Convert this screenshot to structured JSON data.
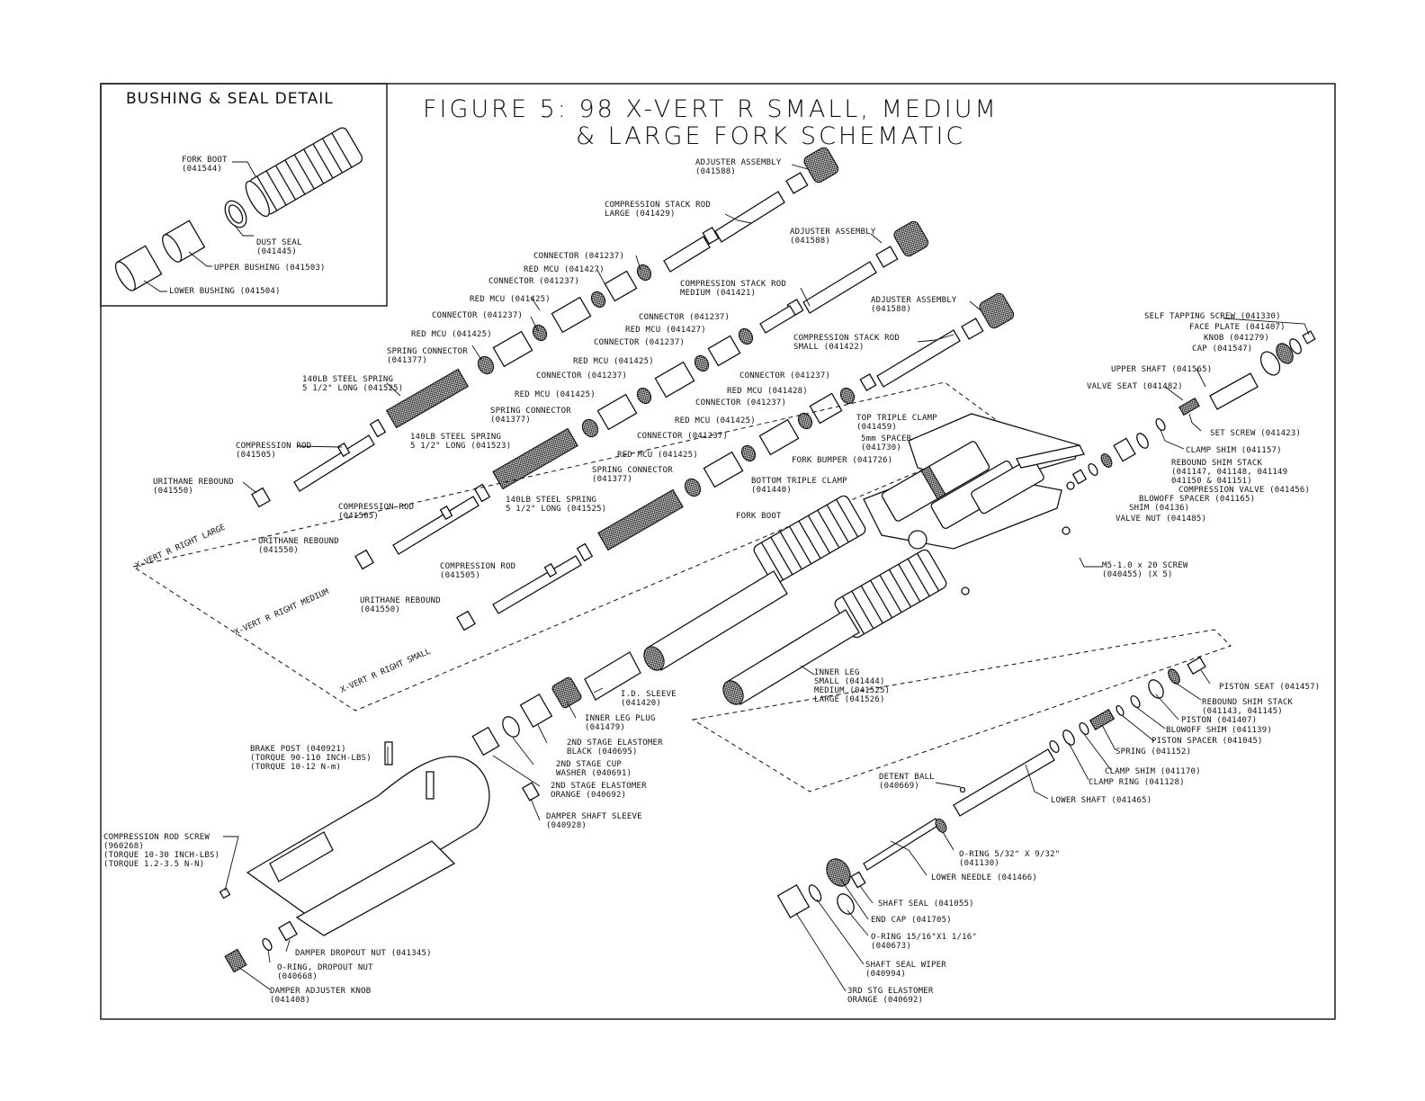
{
  "title": {
    "line1": "FIGURE 5:  98 X-VERT R SMALL, MEDIUM",
    "line2": "& LARGE FORK SCHEMATIC"
  },
  "inset": {
    "title": "BUSHING & SEAL DETAIL",
    "labels": {
      "fork_boot": [
        "FORK BOOT",
        "(041544)"
      ],
      "dust_seal": [
        "DUST SEAL",
        "(041445)"
      ],
      "upper_bushing": [
        "UPPER BUSHING (041503)"
      ],
      "lower_bushing": [
        "LOWER BUSHING (041504)"
      ]
    }
  },
  "groups": {
    "large": "X-VERT R RIGHT LARGE",
    "medium": "X-VERT R RIGHT MEDIUM",
    "small": "X-VERT R RIGHT SMALL"
  },
  "labels": {
    "adj_large": [
      "ADJUSTER ASSEMBLY",
      "(041588)"
    ],
    "csr_large": [
      "COMPRESSION STACK ROD",
      "LARGE (041429)"
    ],
    "conn_1": [
      "CONNECTOR (041237)"
    ],
    "redmcu_1": [
      "RED MCU (041427)"
    ],
    "conn_2": [
      "CONNECTOR (041237)"
    ],
    "redmcu_2": [
      "RED MCU (041425)"
    ],
    "conn_3": [
      "CONNECTOR (041237)"
    ],
    "redmcu_3": [
      "RED MCU (041425)"
    ],
    "spring_conn_l": [
      "SPRING CONNECTOR",
      "(041377)"
    ],
    "spring_l": [
      "140LB STEEL SPRING",
      "5 1/2\" LONG (041525)"
    ],
    "comp_rod_l": [
      "COMPRESSION ROD",
      "(041505)"
    ],
    "urethane_l": [
      "URITHANE REBOUND",
      "(041550)"
    ],
    "adj_medium": [
      "ADJUSTER ASSEMBLY",
      "(041588)"
    ],
    "csr_medium": [
      "COMPRESSION STACK ROD",
      "MEDIUM (041421)"
    ],
    "conn_m1": [
      "CONNECTOR (041237)"
    ],
    "redmcu_m1": [
      "RED MCU (041427)"
    ],
    "conn_m2": [
      "CONNECTOR (041237)"
    ],
    "redmcu_m2": [
      "RED MCU (041425)"
    ],
    "conn_m3": [
      "CONNECTOR (041237)"
    ],
    "redmcu_m3": [
      "RED MCU (041425)"
    ],
    "spring_conn_m": [
      "SPRING CONNECTOR",
      "(041377)"
    ],
    "spring_m": [
      "140LB STEEL SPRING",
      "5 1/2\" LONG (041523)"
    ],
    "comp_rod_m": [
      "COMPRESSION ROD",
      "(041505)"
    ],
    "urethane_m": [
      "URITHANE REBOUND",
      "(041550)"
    ],
    "adj_small": [
      "ADJUSTER ASSEMBLY",
      "(041588)"
    ],
    "csr_small": [
      "COMPRESSION STACK ROD",
      "SMALL (041422)"
    ],
    "conn_s1": [
      "CONNECTOR (041237)"
    ],
    "redmcu_s1": [
      "RED MCU (041428)"
    ],
    "conn_s2": [
      "CONNECTOR (041237)"
    ],
    "redmcu_s2": [
      "RED MCU (041425)"
    ],
    "conn_s3": [
      "CONNECTOR (041237)"
    ],
    "redmcu_s3": [
      "RED MCU (041425)"
    ],
    "spring_conn_s": [
      "SPRING CONNECTOR",
      "(041377)"
    ],
    "spring_s": [
      "140LB STEEL SPRING",
      "5 1/2\" LONG (041525)"
    ],
    "comp_rod_s": [
      "COMPRESSION ROD",
      "(041505)"
    ],
    "urethane_s": [
      "URITHANE REBOUND",
      "(041550)"
    ],
    "top_clamp": [
      "TOP TRIPLE CLAMP",
      "(041459)"
    ],
    "spacer_5mm": [
      "5mm SPACER",
      "(041730)"
    ],
    "fork_bumper": [
      "FORK BUMPER (041726)"
    ],
    "bottom_clamp": [
      "BOTTOM TRIPLE CLAMP",
      "(041440)"
    ],
    "fork_boot": [
      "FORK BOOT"
    ],
    "m5_screw": [
      "M5-1.0 x 20 SCREW",
      "(040455) (X 5)"
    ],
    "inner_leg": [
      "INNER LEG",
      "SMALL (041444)",
      "MEDIUM (041525)",
      "LARGE (041526)"
    ],
    "id_sleeve": [
      "I.D. SLEEVE",
      "(041420)"
    ],
    "inner_leg_plug": [
      "INNER LEG PLUG",
      "(041479)"
    ],
    "elast_black": [
      "2ND STAGE ELASTOMER",
      "BLACK (040695)"
    ],
    "cup_washer": [
      "2ND STAGE CUP",
      "WASHER (040691)"
    ],
    "elast_orange": [
      "2ND STAGE ELASTOMER",
      "ORANGE (040692)"
    ],
    "damper_sleeve": [
      "DAMPER SHAFT SLEEVE",
      "(040928)"
    ],
    "brake_post": [
      "BRAKE POST (040921)",
      "(TORQUE 90-110 INCH-LBS)",
      "(TORQUE 10-12 N-m)"
    ],
    "comp_rod_screw": [
      "COMPRESSION ROD SCREW",
      "(960268)",
      "(TORQUE 10-30 INCH-LBS)",
      "(TORQUE 1.2-3.5 N-N)"
    ],
    "damper_nut": [
      "DAMPER DROPOUT NUT (041345)"
    ],
    "oring_nut": [
      "O-RING, DROPOUT NUT",
      "(040668)"
    ],
    "damper_knob": [
      "DAMPER ADJUSTER KNOB",
      "(041408)"
    ],
    "self_tap": [
      "SELF TAPPING SCREW (041330)"
    ],
    "face_plate": [
      "FACE PLATE (041407)"
    ],
    "knob": [
      "KNOB (041279)"
    ],
    "cap": [
      "CAP (041547)"
    ],
    "upper_shaft": [
      "UPPER SHAFT (041565)"
    ],
    "valve_seat": [
      "VALVE SEAT (041482)"
    ],
    "set_screw": [
      "SET SCREW (041423)"
    ],
    "clamp_shim_top": [
      "CLAMP SHIM (041157)"
    ],
    "rebound_stack_top": [
      "REBOUND SHIM STACK",
      "(041147, 041148, 041149",
      "041150 & 041151)"
    ],
    "comp_valve": [
      "COMPRESSION VALVE (041456)"
    ],
    "blowoff_spacer": [
      "BLOWOFF SPACER (041165)"
    ],
    "shim": [
      "SHIM (04136)"
    ],
    "valve_nut": [
      "VALVE NUT (041485)"
    ],
    "piston_seat": [
      "PISTON SEAT (041457)"
    ],
    "rebound_stack_low": [
      "REBOUND SHIM STACK",
      "(041143, 041145)"
    ],
    "piston": [
      "PISTON (041407)"
    ],
    "blowoff_shim": [
      "BLOWOFF SHIM (041139)"
    ],
    "piston_spacer": [
      "PISTON SPACER (041045)"
    ],
    "spring_small": [
      "SPRING (041152)"
    ],
    "clamp_shim_low": [
      "CLAMP SHIM (041170)"
    ],
    "clamp_ring": [
      "CLAMP RING (041128)"
    ],
    "lower_shaft": [
      "LOWER SHAFT (041465)"
    ],
    "detent_ball": [
      "DETENT BALL",
      "(040669)"
    ],
    "oring_532": [
      "O-RING 5/32\" X 9/32\"",
      "(041130)"
    ],
    "lower_needle": [
      "LOWER NEEDLE (041466)"
    ],
    "shaft_seal": [
      "SHAFT SEAL (041055)"
    ],
    "end_cap": [
      "END CAP (041705)"
    ],
    "oring_1516": [
      "O-RING 15/16\"X1 1/16\"",
      "(040673)"
    ],
    "shaft_wiper": [
      "SHAFT SEAL WIPER",
      "(040994)"
    ],
    "elast_3rd": [
      "3RD STG ELASTOMER",
      "ORANGE (040692)"
    ]
  }
}
